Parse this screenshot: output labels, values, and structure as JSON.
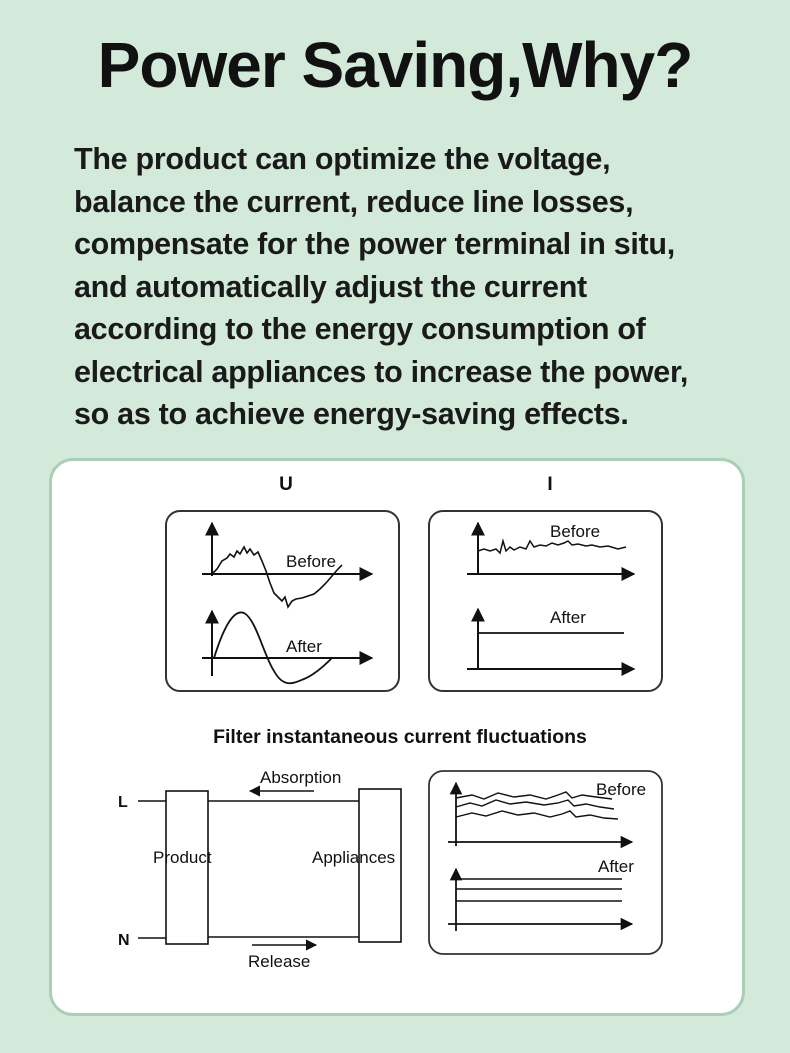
{
  "title": "Power Saving,Why?",
  "intro_lines": [
    "The product can optimize the voltage,",
    "balance the current, reduce line losses,",
    "compensate for the power terminal in situ,",
    "and automatically adjust the current",
    "according to the energy consumption of",
    "electrical appliances to increase the power,",
    "so as to achieve energy-saving effects."
  ],
  "diagram": {
    "voltage_header": "U",
    "current_header": "I",
    "voltage_before": "Before",
    "voltage_after": "After",
    "current_before": "Before",
    "current_after": "After",
    "filter_caption": "Filter instantaneous current fluctuations",
    "line_l": "L",
    "line_n": "N",
    "absorption": "Absorption",
    "release": "Release",
    "product": "Product",
    "appliances": "Appliances",
    "fluct_before": "Before",
    "fluct_after": "After"
  },
  "colors": {
    "background": "#d3eadb",
    "card_border": "#a9cfb6",
    "ink": "#111111"
  }
}
